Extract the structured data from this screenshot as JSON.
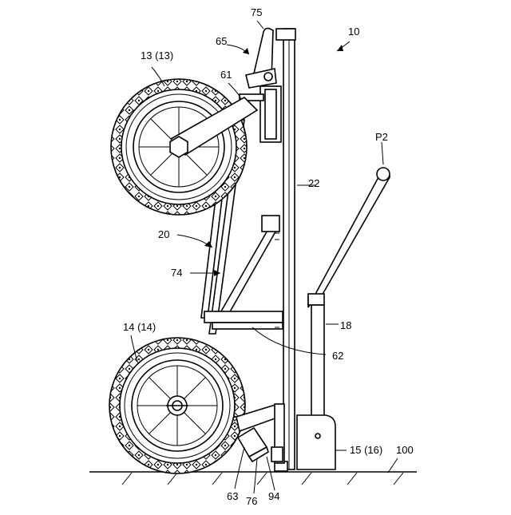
{
  "figure": {
    "ref_10": "10",
    "ref_75": "75",
    "ref_65": "65",
    "ref_13": "13 (13)",
    "ref_61": "61",
    "ref_22": "22",
    "ref_P2": "P2",
    "ref_20": "20",
    "ref_74": "74",
    "ref_14": "14 (14)",
    "ref_18": "18",
    "ref_62": "62",
    "ref_15": "15 (16)",
    "ref_100": "100",
    "ref_63": "63",
    "ref_76": "76",
    "ref_94": "94"
  }
}
